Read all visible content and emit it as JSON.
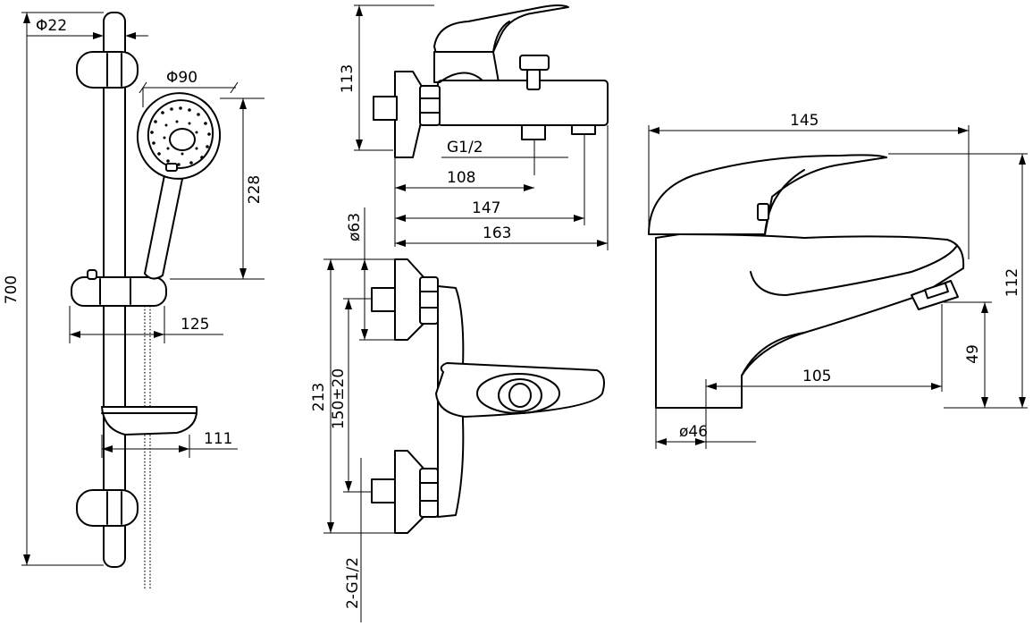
{
  "shower_set": {
    "rail_diameter": "Φ22",
    "head_diameter": "Φ90",
    "head_length": "228",
    "rail_length": "700",
    "holder_offset": "125",
    "soap_dish_width": "111"
  },
  "bath_mixer_side": {
    "height": "113",
    "outlet_thread": "G1/2",
    "length_108": "108",
    "length_147": "147",
    "length_163": "163"
  },
  "bath_mixer_front": {
    "flange_diameter": "ø63",
    "total_height": "213",
    "centers": "150±20",
    "inlets": "2-G1/2"
  },
  "basin_mixer": {
    "length": "145",
    "height": "112",
    "spout_height": "49",
    "spout_reach": "105",
    "base_diameter": "ø46"
  }
}
